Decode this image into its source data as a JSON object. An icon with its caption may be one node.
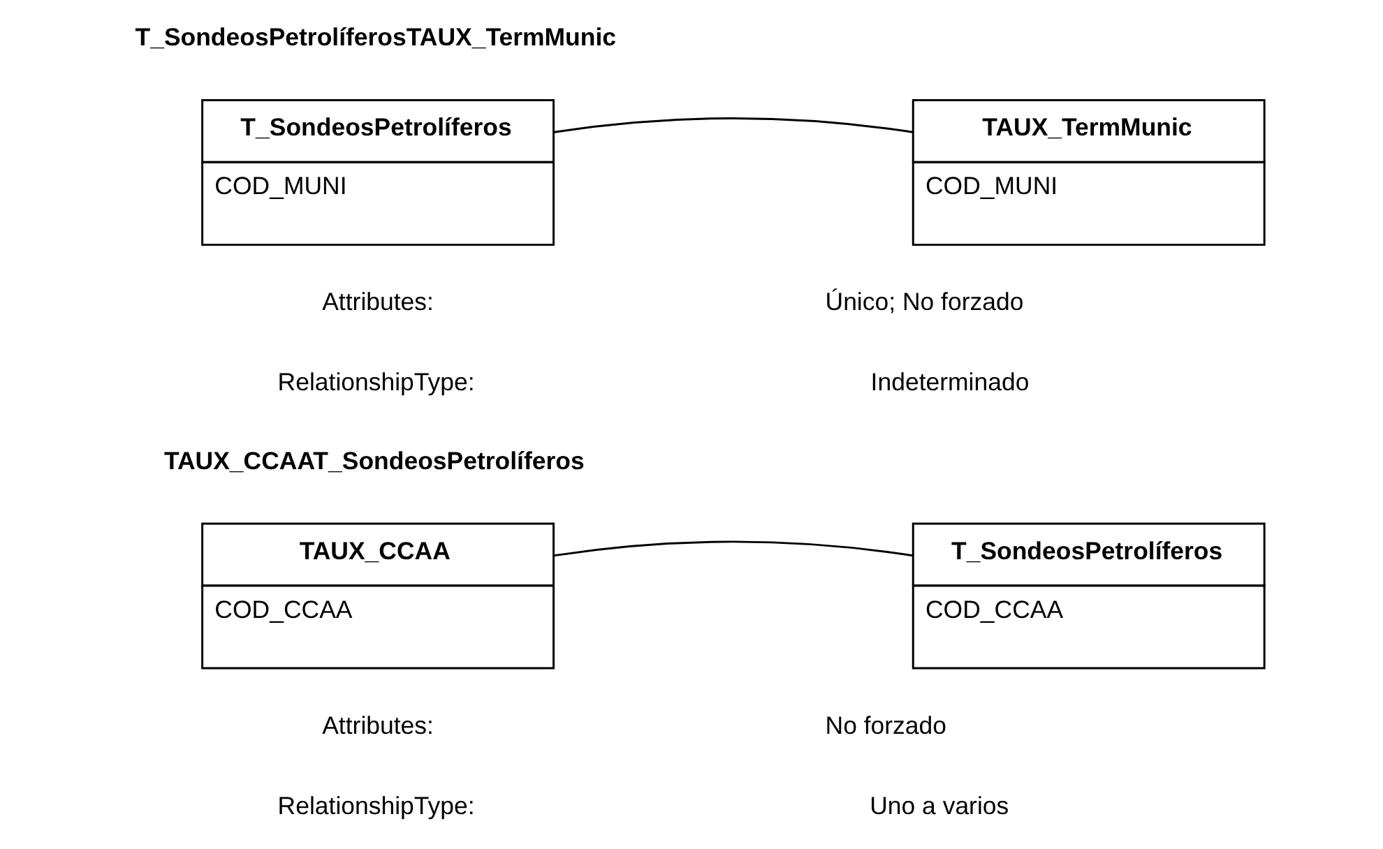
{
  "diagram": {
    "nodes": [
      {
        "text": [
          "T_SondeosPetrolíferos",
          "COD_MUNI"
        ]
      },
      {
        "text": [
          "TAUX_TermMunic",
          "COD_MUNI"
        ]
      },
      {
        "text": [
          "TAUX_CCAA",
          "COD_CCAA"
        ]
      },
      {
        "text": [
          "T_SondeosPetrolíferos",
          "COD_CCAA"
        ]
      }
    ],
    "edges": [
      {
        "from": 0,
        "to": 1,
        "arrow": "none"
      },
      {
        "from": 2,
        "to": 3,
        "arrow": "none"
      }
    ],
    "labels": [
      "T_SondeosPetrolíferosTAUX_TermMunic",
      "Attributes:",
      "Único; No forzado",
      "RelationshipType:",
      "Indeterminado",
      "TAUX_CCAAT_SondeosPetrolíferos",
      "Attributes:",
      "No forzado",
      "RelationshipType:",
      "Uno a varios"
    ]
  }
}
